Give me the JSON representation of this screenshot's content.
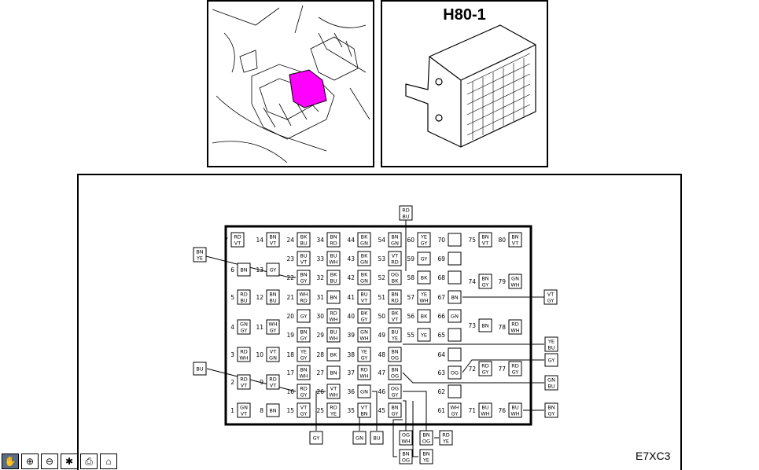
{
  "connector_title": "H80-1",
  "figure_code": "E7XC3",
  "toolbar": [
    {
      "icon": "hand-pointer-icon"
    },
    {
      "icon": "zoom-in-icon"
    },
    {
      "icon": "zoom-out-icon"
    },
    {
      "icon": "cursor-select-icon"
    },
    {
      "icon": "print-icon"
    },
    {
      "icon": "home-icon"
    }
  ],
  "pins": [
    {
      "n": "7",
      "c": [
        "RD",
        "VT"
      ]
    },
    {
      "n": "14",
      "c": [
        "BN",
        "VT"
      ]
    },
    {
      "n": "24",
      "c": [
        "BK",
        "BU"
      ]
    },
    {
      "n": "34",
      "c": [
        "BN",
        "RD"
      ]
    },
    {
      "n": "44",
      "c": [
        "BK",
        "GN"
      ]
    },
    {
      "n": "54",
      "c": [
        "BN",
        "GN"
      ]
    },
    {
      "n": "60",
      "c": [
        "YE",
        "GY"
      ]
    },
    {
      "n": "70",
      "c": []
    },
    {
      "n": "75",
      "c": [
        "BN",
        "VT"
      ]
    },
    {
      "n": "80",
      "c": [
        "BN",
        "VT"
      ]
    },
    {
      "n": "23",
      "c": [
        "BU",
        "VT"
      ]
    },
    {
      "n": "33",
      "c": [
        "BU",
        "WH"
      ]
    },
    {
      "n": "43",
      "c": [
        "BK",
        "GN"
      ]
    },
    {
      "n": "53",
      "c": [
        "VT",
        "RD"
      ]
    },
    {
      "n": "59",
      "c": [
        "GY"
      ]
    },
    {
      "n": "69",
      "c": []
    },
    {
      "n": "6",
      "c": [
        "BN"
      ]
    },
    {
      "n": "13",
      "c": [
        "GY"
      ]
    },
    {
      "n": "22",
      "c": [
        "BN",
        "GY"
      ]
    },
    {
      "n": "32",
      "c": [
        "BK",
        "BU"
      ]
    },
    {
      "n": "42",
      "c": [
        "BK",
        "GN"
      ]
    },
    {
      "n": "52",
      "c": [
        "OG",
        "BK"
      ]
    },
    {
      "n": "58",
      "c": [
        "BK"
      ]
    },
    {
      "n": "68",
      "c": []
    },
    {
      "n": "74",
      "c": [
        "BN",
        "GY"
      ]
    },
    {
      "n": "79",
      "c": [
        "GN",
        "WH"
      ]
    },
    {
      "n": "5",
      "c": [
        "RD",
        "BU"
      ]
    },
    {
      "n": "12",
      "c": [
        "BN",
        "BU"
      ]
    },
    {
      "n": "21",
      "c": [
        "WH",
        "RD"
      ]
    },
    {
      "n": "31",
      "c": [
        "BN"
      ]
    },
    {
      "n": "41",
      "c": [
        "BU",
        "VT"
      ]
    },
    {
      "n": "51",
      "c": [
        "BN",
        "RD"
      ]
    },
    {
      "n": "57",
      "c": [
        "YE",
        "WH"
      ]
    },
    {
      "n": "67",
      "c": [
        "BN"
      ]
    },
    {
      "n": "20",
      "c": [
        "GY"
      ]
    },
    {
      "n": "30",
      "c": [
        "RD",
        "WH"
      ]
    },
    {
      "n": "40",
      "c": [
        "BK",
        "GY"
      ]
    },
    {
      "n": "50",
      "c": [
        "BK",
        "VT"
      ]
    },
    {
      "n": "56",
      "c": [
        "BK"
      ]
    },
    {
      "n": "66",
      "c": [
        "GN"
      ]
    },
    {
      "n": "4",
      "c": [
        "GN",
        "GY"
      ]
    },
    {
      "n": "11",
      "c": [
        "WH",
        "GY"
      ]
    },
    {
      "n": "73",
      "c": [
        "BN"
      ]
    },
    {
      "n": "78",
      "c": [
        "RD",
        "WH"
      ]
    },
    {
      "n": "19",
      "c": [
        "BN",
        "GY"
      ]
    },
    {
      "n": "29",
      "c": [
        "BU",
        "WH"
      ]
    },
    {
      "n": "39",
      "c": [
        "GN",
        "WH"
      ]
    },
    {
      "n": "49",
      "c": [
        "BU",
        "YE"
      ]
    },
    {
      "n": "55",
      "c": [
        "YE"
      ]
    },
    {
      "n": "65",
      "c": []
    },
    {
      "n": "3",
      "c": [
        "RD",
        "WH"
      ]
    },
    {
      "n": "10",
      "c": [
        "VT",
        "GN"
      ]
    },
    {
      "n": "18",
      "c": [
        "YE",
        "GY"
      ]
    },
    {
      "n": "28",
      "c": [
        "BK"
      ]
    },
    {
      "n": "38",
      "c": [
        "YE",
        "GY"
      ]
    },
    {
      "n": "48",
      "c": [
        "BN",
        "OG"
      ]
    },
    {
      "n": "64",
      "c": []
    },
    {
      "n": "17",
      "c": [
        "BN",
        "WH"
      ]
    },
    {
      "n": "27",
      "c": [
        "BN"
      ]
    },
    {
      "n": "37",
      "c": [
        "RD",
        "WH"
      ]
    },
    {
      "n": "47",
      "c": [
        "BN",
        "OG"
      ]
    },
    {
      "n": "63",
      "c": [
        "OG"
      ]
    },
    {
      "n": "72",
      "c": [
        "RD",
        "GY"
      ]
    },
    {
      "n": "77",
      "c": [
        "RD",
        "GY"
      ]
    },
    {
      "n": "2",
      "c": [
        "RD",
        "VT"
      ]
    },
    {
      "n": "9",
      "c": [
        "RD",
        "VT"
      ]
    },
    {
      "n": "16",
      "c": [
        "RD",
        "GY"
      ]
    },
    {
      "n": "26",
      "c": [
        "VT",
        "WH"
      ]
    },
    {
      "n": "36",
      "c": [
        "GN"
      ]
    },
    {
      "n": "46",
      "c": [
        "OG",
        "GY"
      ]
    },
    {
      "n": "62",
      "c": []
    },
    {
      "n": "1",
      "c": [
        "GN",
        "VT"
      ]
    },
    {
      "n": "8",
      "c": [
        "BN"
      ]
    },
    {
      "n": "15",
      "c": [
        "VT",
        "GY"
      ]
    },
    {
      "n": "25",
      "c": [
        "RD",
        "YE"
      ]
    },
    {
      "n": "35",
      "c": [
        "VT",
        "BN"
      ]
    },
    {
      "n": "45",
      "c": [
        "BN",
        "GY"
      ]
    },
    {
      "n": "61",
      "c": [
        "WH",
        "GY"
      ]
    },
    {
      "n": "71",
      "c": [
        "BU",
        "WH"
      ]
    },
    {
      "n": "76",
      "c": [
        "BU",
        "WH"
      ]
    }
  ],
  "external_labels": [
    {
      "c": [
        "RD",
        "BU"
      ]
    },
    {
      "c": [
        "BN",
        "YE"
      ]
    },
    {
      "c": [
        "VT",
        "GY"
      ]
    },
    {
      "c": [
        "YE",
        "BU"
      ]
    },
    {
      "c": [
        "GY"
      ]
    },
    {
      "c": [
        "BU"
      ]
    },
    {
      "c": [
        "GN",
        "BU"
      ]
    },
    {
      "c": [
        "BN",
        "GY"
      ]
    },
    {
      "c": [
        "GY"
      ]
    },
    {
      "c": [
        "GN"
      ]
    },
    {
      "c": [
        "BU"
      ]
    },
    {
      "c": [
        "OG",
        "WH"
      ]
    },
    {
      "c": [
        "BN",
        "OG"
      ]
    },
    {
      "c": [
        "RD",
        "YE"
      ]
    },
    {
      "c": [
        "BN",
        "OG"
      ]
    },
    {
      "c": [
        "BN",
        "YE"
      ]
    }
  ]
}
